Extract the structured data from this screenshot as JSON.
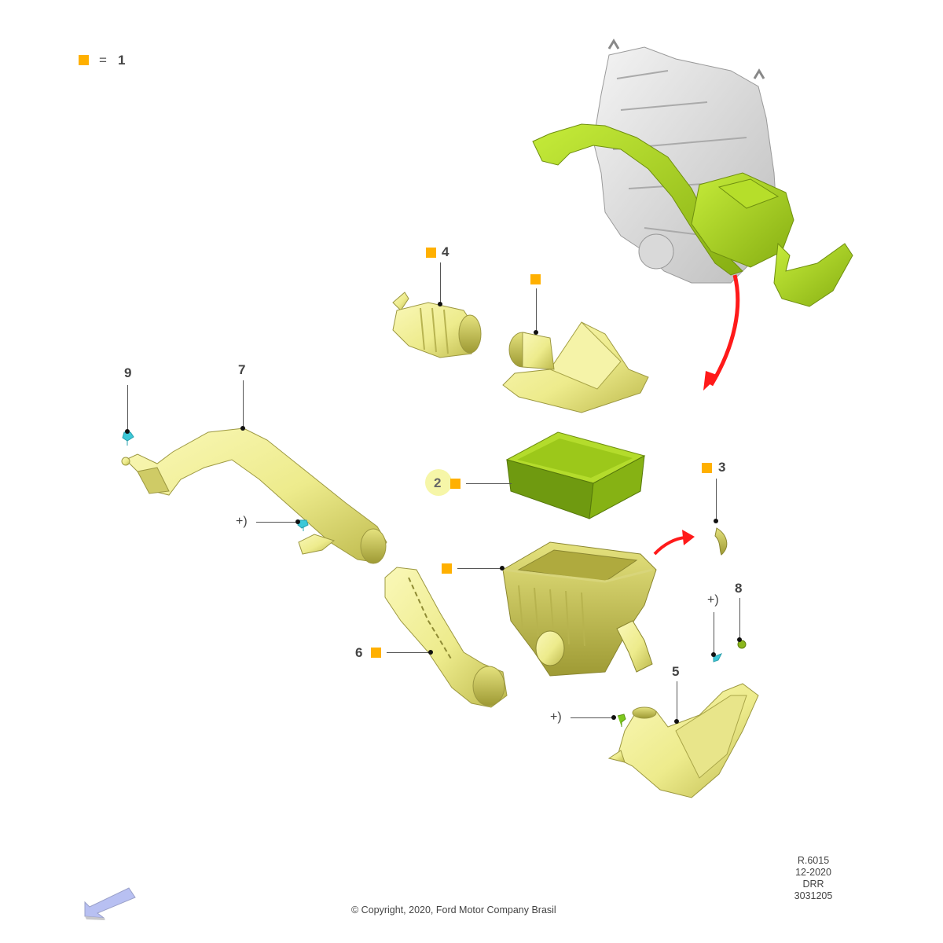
{
  "legend": {
    "symbol": "orange-square",
    "equals": "=",
    "value": "1",
    "color": "#FFB000"
  },
  "colors": {
    "part": "#F3F29A",
    "part_shade": "#C9C65A",
    "highlight": "#A9D61A",
    "highlight_shade": "#7FA30E",
    "engine": "#E6E6E6",
    "arrow": "#FF1A1A",
    "fastener_cyan": "#3CC8D8",
    "nav_arrow": "#B8C0F2"
  },
  "callouts": {
    "c1": {
      "label": "1"
    },
    "c2": {
      "label": "2"
    },
    "c3": {
      "label": "3"
    },
    "c4": {
      "label": "4"
    },
    "c5": {
      "label": "5"
    },
    "c6": {
      "label": "6"
    },
    "c7": {
      "label": "7"
    },
    "c8": {
      "label": "8"
    },
    "c9": {
      "label": "9"
    },
    "plus_a": {
      "label": "+)"
    },
    "plus_b": {
      "label": "+)"
    },
    "plus_c": {
      "label": "+)"
    }
  },
  "parts": [
    {
      "id": "engine",
      "name": "Engine assembly (overview, air intake highlighted)"
    },
    {
      "id": "4",
      "name": "Air intake resonator / hose",
      "qty_marker": true
    },
    {
      "id": "cover",
      "name": "Air cleaner cover",
      "qty_marker": true
    },
    {
      "id": "2",
      "name": "Air filter element",
      "qty_marker": true,
      "highlighted": true
    },
    {
      "id": "3",
      "name": "Clip",
      "qty_marker": true
    },
    {
      "id": "body",
      "name": "Air cleaner housing",
      "qty_marker": true
    },
    {
      "id": "5",
      "name": "Resonator"
    },
    {
      "id": "6",
      "name": "Air intake hose",
      "qty_marker": true
    },
    {
      "id": "7",
      "name": "Air inlet duct"
    },
    {
      "id": "8",
      "name": "Grommet"
    },
    {
      "id": "9",
      "name": "Push pin"
    }
  ],
  "footer": {
    "copyright": "© Copyright, 2020, Ford Motor Company Brasil",
    "ref_lines": [
      "R.6015",
      "12-2020",
      "DRR",
      "3031205"
    ]
  },
  "nav": {
    "prev_arrow": "back-arrow-icon"
  }
}
